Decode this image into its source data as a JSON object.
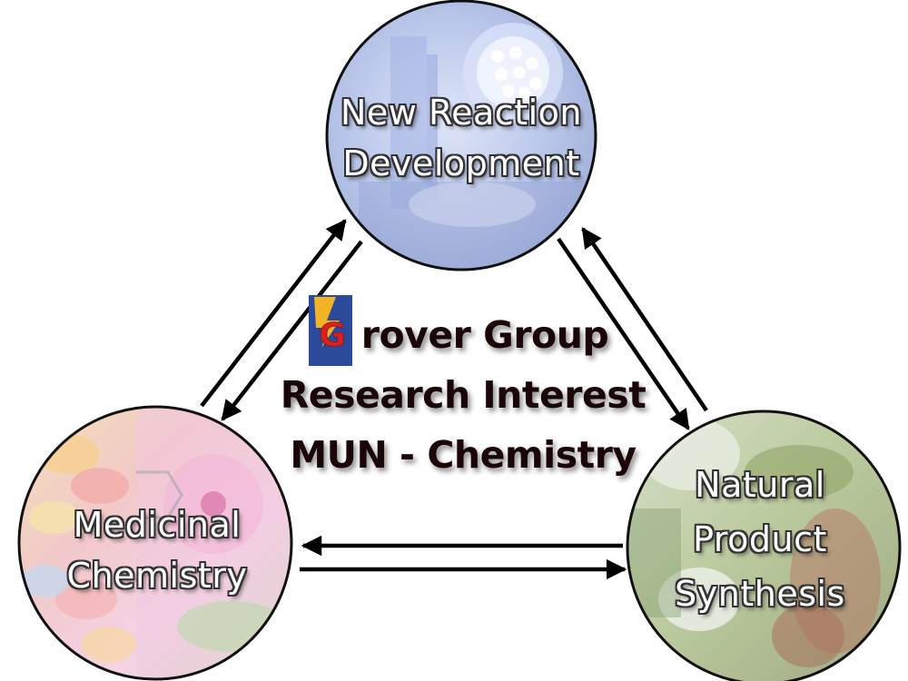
{
  "nodes": {
    "top": {
      "lines": [
        "New Reaction",
        "Development"
      ]
    },
    "left": {
      "lines": [
        "Medicinal",
        "Chemistry"
      ]
    },
    "right": {
      "lines": [
        "Natural",
        "Product",
        "Synthesis"
      ]
    }
  },
  "center": {
    "lines": [
      "rover Group",
      "Research Interest",
      "MUN - Chemistry"
    ],
    "logo_letter": "G"
  },
  "colors": {
    "arrow": "#000000",
    "circle_stroke": "#111111",
    "logo_blue": "#2b4a9b",
    "logo_bolt": "#f2b324",
    "logo_letter": "#d8201c",
    "title_text": "#1a0606"
  },
  "icons": {
    "logo": "lightning-bolt-g-logo"
  }
}
